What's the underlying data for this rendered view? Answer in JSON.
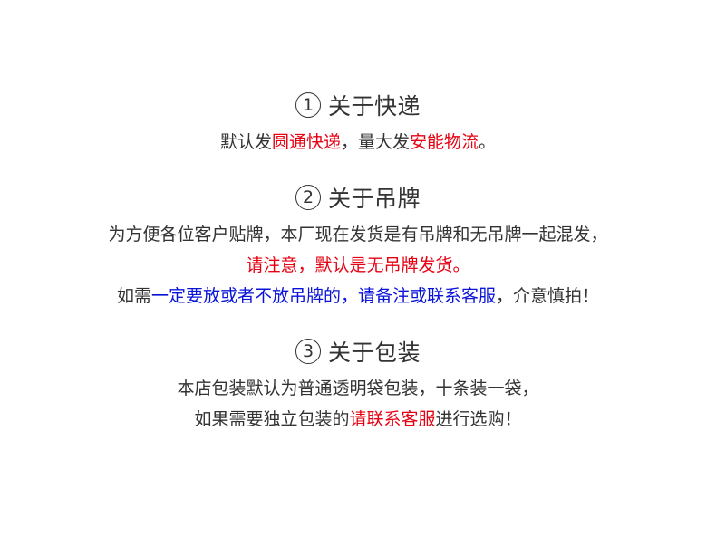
{
  "colors": {
    "text": "#333333",
    "red": "#e60012",
    "blue": "#0a14d8"
  },
  "section1": {
    "number": "1",
    "title": "关于快递",
    "line1": {
      "part1": "默认发",
      "part2": "圆通快递",
      "part3": "，量大发",
      "part4": "安能物流",
      "part5": "。"
    }
  },
  "section2": {
    "number": "2",
    "title": "关于吊牌",
    "line1": "为方便各位客户贴牌，本厂现在发货是有吊牌和无吊牌一起混发，",
    "line2": "请注意，默认是无吊牌发货。",
    "line3": {
      "part1": "如需",
      "part2": "一定要放或者不放吊牌的，请备注或联系客服",
      "part3": "，介意慎拍！"
    }
  },
  "section3": {
    "number": "3",
    "title": "关于包装",
    "line1": "本店包装默认为普通透明袋包装，十条装一袋，",
    "line2": {
      "part1": "如果需要独立包装的",
      "part2": "请联系客服",
      "part3": "进行选购！"
    }
  }
}
